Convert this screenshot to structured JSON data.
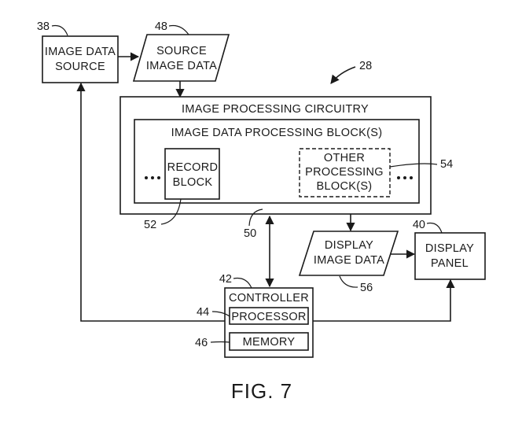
{
  "blocks": {
    "image_data_source": {
      "line1": "IMAGE DATA",
      "line2": "SOURCE",
      "ref": "38"
    },
    "source_image_data": {
      "line1": "SOURCE",
      "line2": "IMAGE DATA",
      "ref": "48"
    },
    "image_processing_circuitry": {
      "title": "IMAGE PROCESSING CIRCUITRY",
      "ref": "28"
    },
    "processing_blocks": {
      "title": "IMAGE DATA PROCESSING BLOCK(S)"
    },
    "record_block": {
      "line1": "RECORD",
      "line2": "BLOCK",
      "ref": "52"
    },
    "other_processing_block": {
      "line1": "OTHER",
      "line2": "PROCESSING",
      "line3": "BLOCK(S)",
      "ref": "54"
    },
    "display_image_data": {
      "line1": "DISPLAY",
      "line2": "IMAGE DATA",
      "ref": "56"
    },
    "display_panel": {
      "line1": "DISPLAY",
      "line2": "PANEL",
      "ref": "40"
    },
    "controller": {
      "title": "CONTROLLER",
      "ref": "42"
    },
    "processor": {
      "label": "PROCESSOR",
      "ref": "44"
    },
    "memory": {
      "label": "MEMORY",
      "ref": "46"
    }
  },
  "bus_ref": "50",
  "caption": "FIG. 7"
}
